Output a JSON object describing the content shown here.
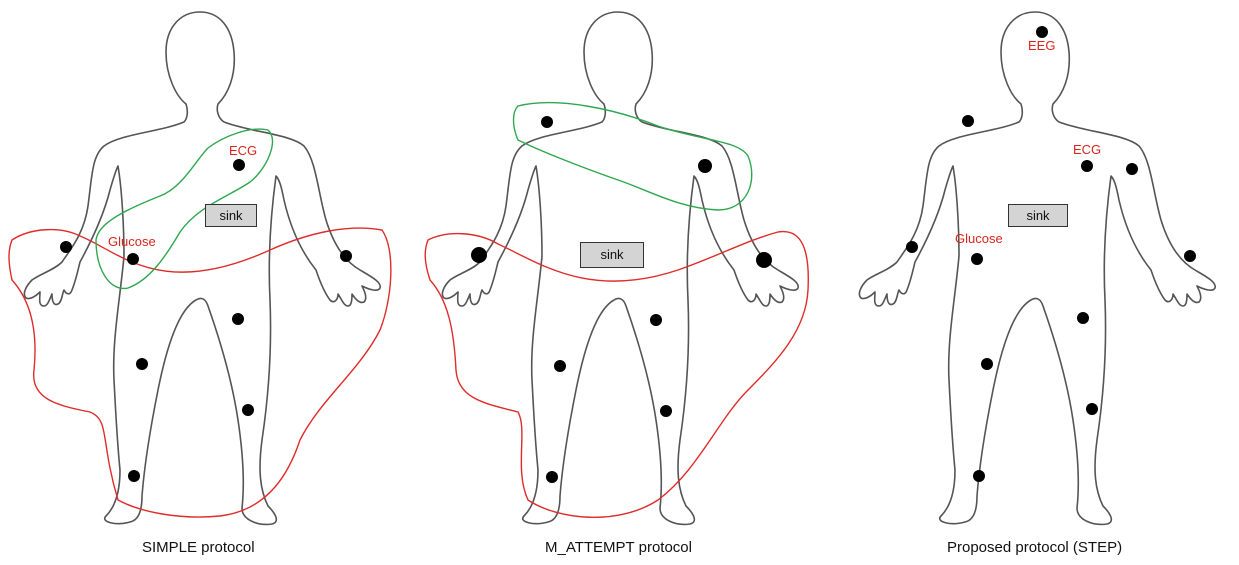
{
  "panels": [
    {
      "caption": "SIMPLE protocol",
      "sink_label": "sink",
      "labels": [
        "ECG",
        "Glucose"
      ]
    },
    {
      "caption": "M_ATTEMPT protocol",
      "sink_label": "sink",
      "labels": []
    },
    {
      "caption": "Proposed protocol (STEP)",
      "sink_label": "sink",
      "labels": [
        "EEG",
        "ECG",
        "Glucose"
      ]
    }
  ],
  "colors": {
    "label_red": "#d9261c",
    "region_red": "#e02b2b",
    "region_green": "#2ea84f",
    "node": "#000000",
    "sink_fill": "#d4d4d4"
  }
}
